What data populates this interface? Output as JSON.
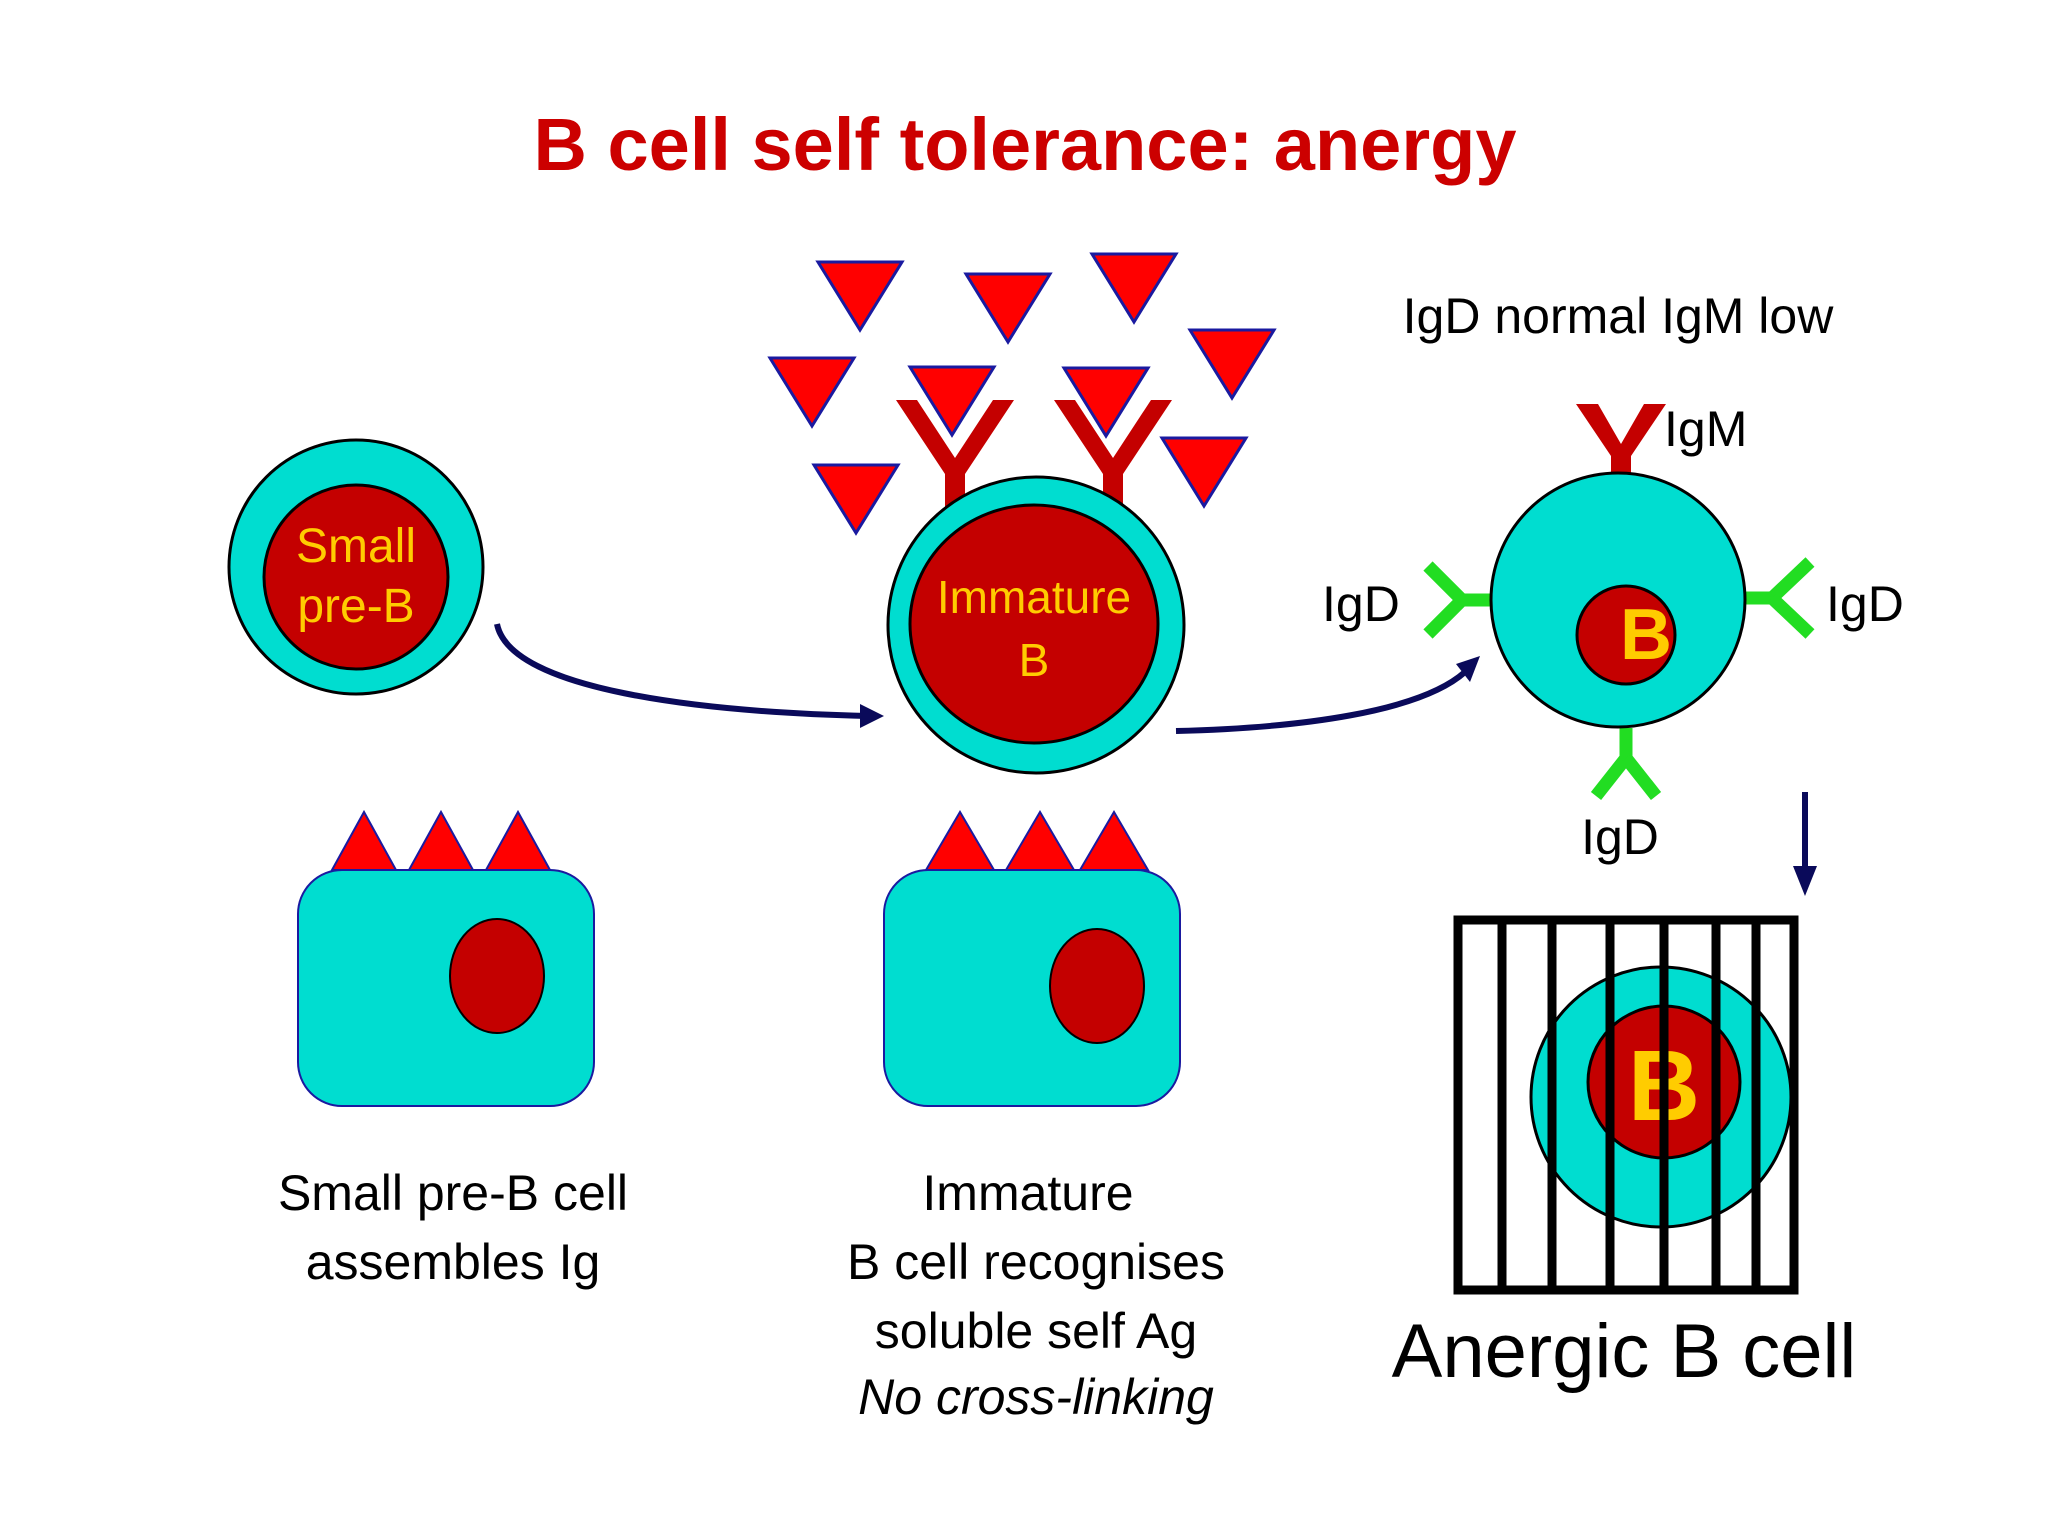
{
  "title": "B cell self tolerance: anergy",
  "colors": {
    "title": "#cc0000",
    "cytoplasm": "#00ddd0",
    "nucleus": "#c40000",
    "nucleus_text": "#ffcc00",
    "antigen": "#ff0000",
    "antigen_stroke": "#1a1aa0",
    "arrow": "#0a0a5a",
    "igd": "#22dd22",
    "igm": "#c40000",
    "text": "#000000"
  },
  "cells": {
    "pre_b": {
      "line1": "Small",
      "line2": "pre-B"
    },
    "immature": {
      "line1": "Immature",
      "line2": "B"
    },
    "mature": {
      "nucleus": "B"
    },
    "anergic": {
      "nucleus": "B"
    }
  },
  "labels": {
    "status": "IgD normal IgM low",
    "igm": "IgM",
    "igd_left": "IgD",
    "igd_right": "IgD",
    "igd_bottom": "IgD",
    "caption_pre_b": [
      "Small pre-B cell",
      "assembles Ig"
    ],
    "caption_immature": [
      "Immature",
      "B cell recognises",
      "soluble self Ag"
    ],
    "caption_immature_italic": "No cross-linking",
    "caption_anergic": "Anergic B cell"
  }
}
